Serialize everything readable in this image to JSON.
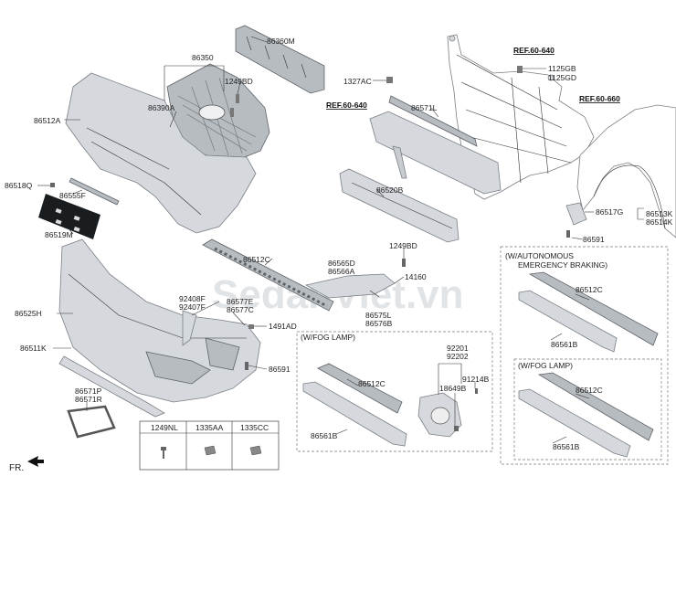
{
  "watermark": "SedanViet.vn",
  "labels": {
    "p86360M": "86360M",
    "p86350": "86350",
    "p1249BD_a": "1249BD",
    "p86390A": "86390A",
    "p86512A": "86512A",
    "p86518Q": "86518Q",
    "p86555F": "86555F",
    "p86519M": "86519M",
    "p1327AC": "1327AC",
    "p86571L": "86571L",
    "p86520B": "86520B",
    "p1125GB": "1125GB",
    "p1125GD": "1125GD",
    "p86517G": "86517G",
    "p86513K": "86513K",
    "p86514K": "86514K",
    "p86591_a": "86591",
    "p86512C_main": "86512C",
    "p1249BD_b": "1249BD",
    "p86565D": "86565D",
    "p86566A": "86566A",
    "p14160": "14160",
    "p86525H": "86525H",
    "p92408F": "92408F",
    "p92407F": "92407F",
    "p86577E": "86577E",
    "p86577C": "86577C",
    "p86575L": "86575L",
    "p86576B": "86576B",
    "p1491AD": "1491AD",
    "p86511K": "86511K",
    "p86591_b": "86591",
    "p86571P": "86571P",
    "p86571R": "86571R",
    "p92201": "92201",
    "p92202": "92202",
    "p91214B": "91214B",
    "p18649B": "18649B",
    "p86512C_fog": "86512C",
    "p86561B_fog": "86561B",
    "p86512C_aeb": "86512C",
    "p86561B_aeb": "86561B",
    "p86512C_aebfog": "86512C",
    "p86561B_aebfog": "86561B"
  },
  "refs": {
    "ref1": "REF.60-640",
    "ref2": "REF.60-640",
    "ref3": "REF.60-660"
  },
  "boxes": {
    "fog_title": "(W/FOG LAMP)",
    "aeb_title_1": "(W/AUTONOMOUS",
    "aeb_title_2": "EMERGENCY BRAKING)",
    "aeb_fog_title": "(W/FOG LAMP)"
  },
  "fastener_table": {
    "headers": [
      "1249NL",
      "1335AA",
      "1335CC"
    ]
  },
  "direction": {
    "label": "FR."
  }
}
